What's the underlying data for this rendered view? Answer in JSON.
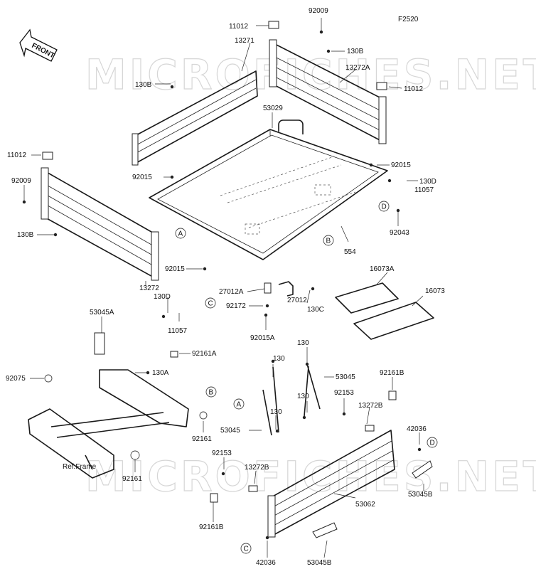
{
  "diagram_code": "F2520",
  "front_arrow": "FRONT",
  "watermark": "MICROFICHES.NET",
  "ref_frame": "Ref.Frame",
  "part_labels": [
    "92009",
    "11012",
    "130B",
    "13271",
    "13272A",
    "11012",
    "130B",
    "53029",
    "11012",
    "92009",
    "92015",
    "92015",
    "130D",
    "11057",
    "130B",
    "92043",
    "554",
    "13272",
    "92015",
    "16073A",
    "16073",
    "27012A",
    "92172",
    "27012",
    "130C",
    "130D",
    "11057",
    "92015A",
    "53045A",
    "92161A",
    "130A",
    "130",
    "53045",
    "92161B",
    "92075",
    "130",
    "92153",
    "13272B",
    "130",
    "53045",
    "130",
    "42036",
    "92161",
    "Ref.Frame",
    "92153",
    "13272B",
    "92161",
    "53062",
    "53045B",
    "92161B",
    "42036",
    "53045B"
  ],
  "callouts": [
    "A",
    "B",
    "C",
    "D",
    "A",
    "B",
    "C",
    "D"
  ],
  "colors": {
    "line": "#1a1a1a",
    "watermark": "#d6d6d6",
    "background": "#ffffff"
  }
}
